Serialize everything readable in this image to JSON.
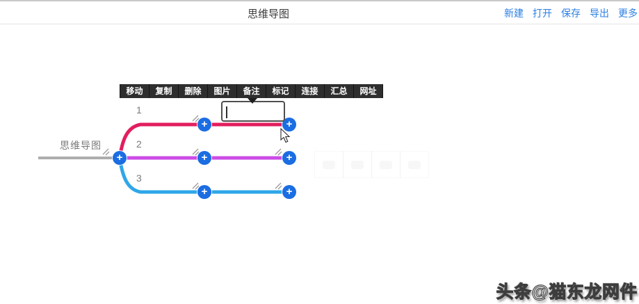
{
  "header": {
    "title": "思维导图",
    "links": [
      {
        "label": "新建"
      },
      {
        "label": "打开"
      },
      {
        "label": "保存"
      },
      {
        "label": "导出"
      },
      {
        "label": "更多"
      }
    ]
  },
  "context_toolbar": {
    "buttons": [
      {
        "label": "移动"
      },
      {
        "label": "复制"
      },
      {
        "label": "删除"
      },
      {
        "label": "图片"
      },
      {
        "label": "备注"
      },
      {
        "label": "标记"
      },
      {
        "label": "连接"
      },
      {
        "label": "汇总"
      },
      {
        "label": "网址"
      }
    ],
    "active_label": "备注"
  },
  "mindmap": {
    "root": {
      "label": "思维导图"
    },
    "branches": [
      {
        "label": "1",
        "color": "#e21e5e"
      },
      {
        "label": "2",
        "color": "#cb4ce6"
      },
      {
        "label": "3",
        "color": "#2ea7e8"
      }
    ],
    "plus_icon": "+"
  },
  "note_editor": {
    "value": "",
    "placeholder": ""
  },
  "watermark": {
    "text": "头条@猫东龙网件"
  },
  "colors": {
    "accent_blue": "#2b7fe3",
    "plus_button_blue": "#1b6de2",
    "toolbar_bg": "#2e2e2e",
    "root_line_gray": "#adadad",
    "branch1": "#e21e5e",
    "branch2": "#cb4ce6",
    "branch3": "#2ea7e8"
  }
}
